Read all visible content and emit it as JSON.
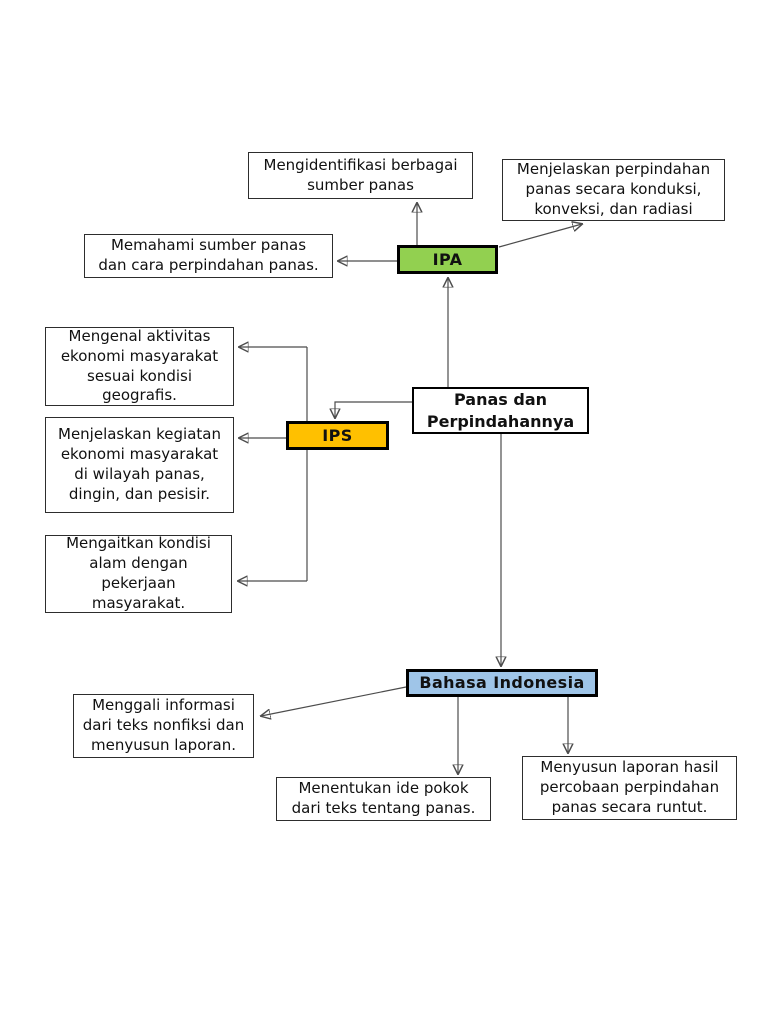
{
  "diagram": {
    "type": "concept-map",
    "center": {
      "label": "Panas dan\nPerpindahannya"
    },
    "subjects": {
      "ipa": {
        "label": "IPA",
        "color": "#92d050"
      },
      "ips": {
        "label": "IPS",
        "color": "#ffc000"
      },
      "bahasa": {
        "label": "Bahasa Indonesia",
        "color": "#9fc5e8"
      }
    },
    "ipa_topics": {
      "mengidentifikasi": {
        "label": "Mengidentifikasi berbagai\nsumber panas"
      },
      "menjelaskan_perpindahan": {
        "label": "Menjelaskan perpindahan\npanas secara konduksi,\nkonveksi, dan radiasi"
      },
      "memahami": {
        "label": "Memahami sumber panas\ndan cara perpindahan panas."
      }
    },
    "ips_topics": {
      "mengenal": {
        "label": "Mengenal aktivitas\nekonomi masyarakat\nsesuai kondisi\ngeografis."
      },
      "menjelaskan_kegiatan": {
        "label": "Menjelaskan kegiatan\nekonomi masyarakat\ndi wilayah panas,\ndingin, dan pesisir."
      },
      "mengaitkan": {
        "label": "Mengaitkan kondisi\nalam dengan\npekerjaan\nmasyarakat."
      }
    },
    "bahasa_topics": {
      "menggali": {
        "label": "Menggali informasi\ndari teks nonfiksi dan\nmenyusun laporan."
      },
      "menentukan": {
        "label": "Menentukan ide pokok\ndari teks tentang panas."
      },
      "menyusun": {
        "label": "Menyusun laporan hasil\npercobaan perpindahan\npanas secara runtut."
      }
    },
    "edges": [
      {
        "from": "panas_dan_perpindahannya",
        "to": "ipa"
      },
      {
        "from": "ipa",
        "to": "mengidentifikasi"
      },
      {
        "from": "ipa",
        "to": "menjelaskan_perpindahan"
      },
      {
        "from": "ipa",
        "to": "memahami"
      },
      {
        "from": "panas_dan_perpindahannya",
        "to": "ips"
      },
      {
        "from": "ips",
        "to": "mengenal"
      },
      {
        "from": "ips",
        "to": "menjelaskan_kegiatan"
      },
      {
        "from": "ips",
        "to": "mengaitkan"
      },
      {
        "from": "panas_dan_perpindahannya",
        "to": "bahasa_indonesia"
      },
      {
        "from": "bahasa_indonesia",
        "to": "menggali"
      },
      {
        "from": "bahasa_indonesia",
        "to": "menentukan"
      },
      {
        "from": "bahasa_indonesia",
        "to": "menyusun"
      }
    ],
    "line_color": "#4c4c4c",
    "arrowhead_color": "#000000"
  }
}
